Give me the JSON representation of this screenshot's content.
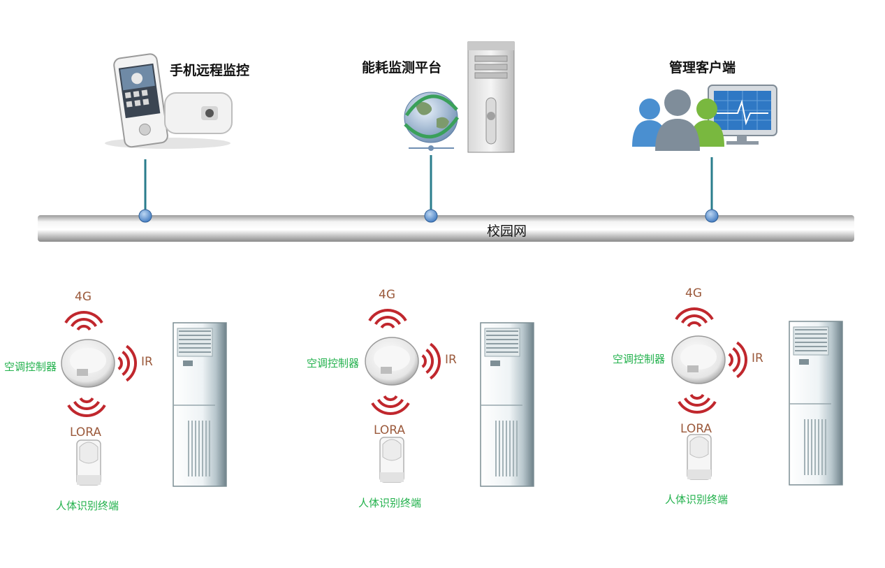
{
  "top_nodes": [
    {
      "label": "手机远程监控",
      "icon": "smartphone-icon"
    },
    {
      "label": "能耗监测平台",
      "icon": "server-icon"
    },
    {
      "label": "管理客户端",
      "icon": "users-monitor-icon"
    }
  ],
  "network": {
    "label": "校园网"
  },
  "units": [
    {
      "signal_top": "4G",
      "signal_right": "IR",
      "signal_bottom": "LORA",
      "controller_label": "空调控制器",
      "sensor_label": "人体识别终端"
    },
    {
      "signal_top": "4G",
      "signal_right": "IR",
      "signal_bottom": "LORA",
      "controller_label": "空调控制器",
      "sensor_label": "人体识别终端"
    },
    {
      "signal_top": "4G",
      "signal_right": "IR",
      "signal_bottom": "LORA",
      "controller_label": "空调控制器",
      "sensor_label": "人体识别终端"
    }
  ],
  "colors": {
    "signal_wave": "#c0272d",
    "signal_text": "#9b5a3c",
    "device_label": "#22b14c",
    "connector": "#2a7d8c",
    "node_dot": "#5b8fcf"
  }
}
